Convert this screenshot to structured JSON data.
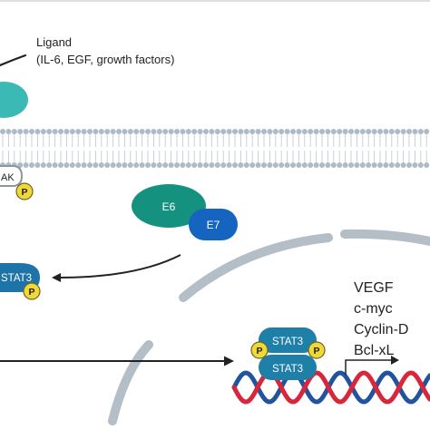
{
  "ligand": {
    "label": "Ligand",
    "detail": "(IL-6, EGF, growth factors)"
  },
  "jak": {
    "label": "AK",
    "phospho": "P"
  },
  "e6": {
    "label": "E6"
  },
  "e7": {
    "label": "E7"
  },
  "cytoplasmic_stat3": {
    "label": "STAT3",
    "phospho": "P"
  },
  "nuclear_dimer": {
    "top_label": "STAT3",
    "bottom_label": "STAT3",
    "phospho_left": "P",
    "phospho_right": "P"
  },
  "target_genes": [
    "VEGF",
    "c-myc",
    "Cyclin-D",
    "Bcl-xL"
  ],
  "colors": {
    "ligand": "#3bb9b4",
    "e6": "#14917f",
    "e7": "#1565c0",
    "stat3": "#1e74a8",
    "stat3_dimer": "#1e7fa8",
    "phospho": "#f0d838",
    "membrane_heads": "#aebac4",
    "nuclear_envelope": "#b4bec6",
    "dna_red": "#d8263a",
    "dna_blue": "#22539e"
  }
}
